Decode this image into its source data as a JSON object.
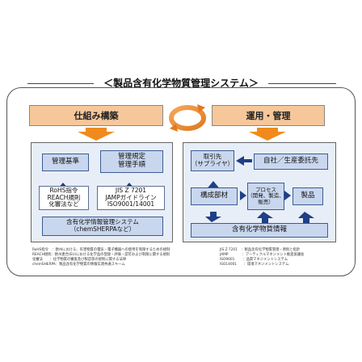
{
  "title": "＜製品含有化学物質管理システム＞",
  "left": {
    "header": "仕組み構築",
    "kijun": "管理基準",
    "kitei": "管理規定\n管理手順",
    "rohs": "RoHS指令\nREACH規則\n化審法など",
    "jis": "JIS Z 7201\nJAMPガイドライン\nISO9001/14001",
    "info": "含有化学情報管理システム\n（chemSHERPAなど）"
  },
  "right": {
    "header": "運用・管理",
    "supplier": "取引先\n（サプライヤ）",
    "company": "自社／生産委託先",
    "parts": "構成部材",
    "process": "プロセス\n（開発、製造、\n販売）",
    "product": "製品",
    "info": "含有化学物質情報"
  },
  "notes": {
    "left": "RoHS指令　：欧州における、有害物質の電気・電子機器への使用を制限するための規制\nREACH規則：欧州連合(EU)における化学品の登録・評価・認可および制限に関する規則\n化審法　　：化学物質の審査及び製造等の規制に関する法律\nchemSHERPA：製品含有化学物質の情報伝達共通スキーム",
    "right": "JIS Z 7201　：製品含有化学物質管理－原則と指針\nJAMP　　　　：アーティクルマネジメント推進協議会\nISO9001　　 ：品質マネジメントシステム\nISO14001　　：環境マネジメントシステム"
  },
  "colors": {
    "header_fill": "#f6c79a",
    "box_fill": "#c9d7ee",
    "panel_fill": "#e8eef7",
    "arrow_orange": "#f08a1c",
    "arrow_blue": "#1f3f86"
  }
}
